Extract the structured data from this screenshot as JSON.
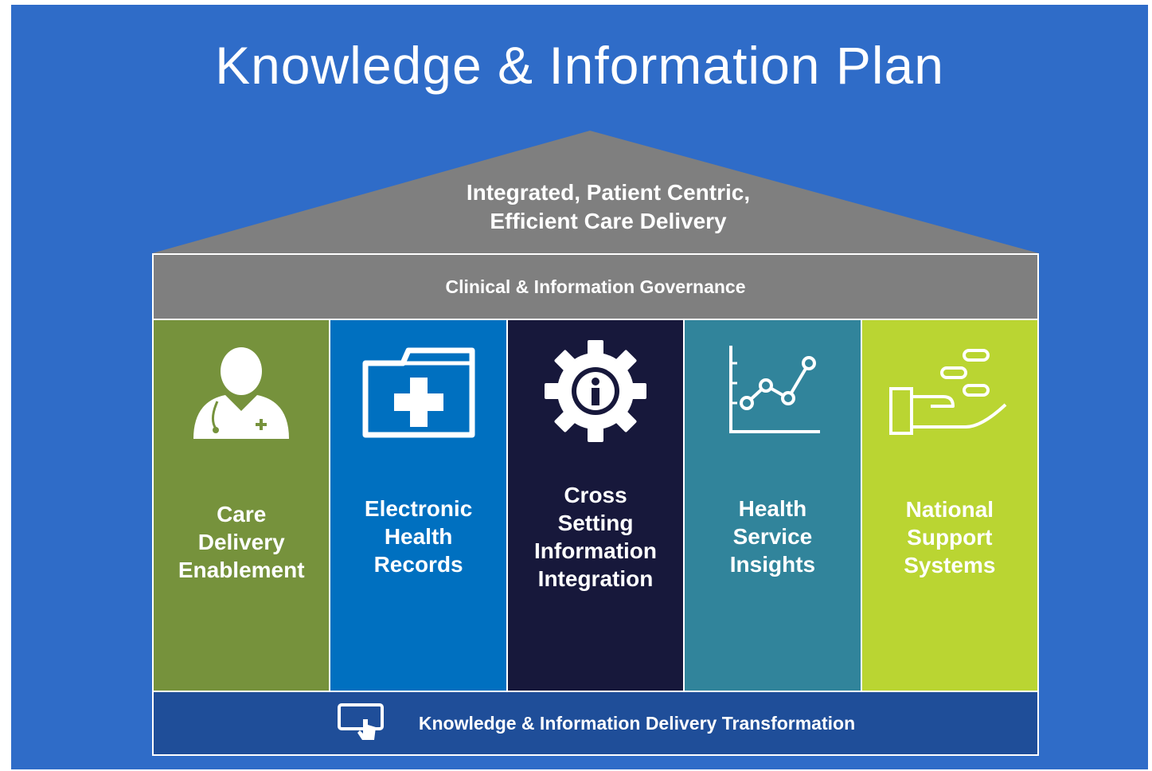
{
  "title": "Knowledge & Information Plan",
  "roof": {
    "line1": "Integrated, Patient Centric,",
    "line2": "Efficient Care Delivery"
  },
  "governance": "Clinical & Information Governance",
  "pillars": [
    {
      "lines": [
        "Care",
        "Delivery",
        "Enablement"
      ],
      "icon": "doctor-icon",
      "color": "#76923c"
    },
    {
      "lines": [
        "Electronic",
        "Health",
        "Records"
      ],
      "icon": "medical-folder-icon",
      "color": "#0070c0"
    },
    {
      "lines": [
        "Cross",
        "Setting",
        "Information",
        "Integration"
      ],
      "icon": "info-gear-icon",
      "color": "#17183b"
    },
    {
      "lines": [
        "Health",
        "Service",
        "Insights"
      ],
      "icon": "line-chart-icon",
      "color": "#31849b"
    },
    {
      "lines": [
        "National",
        "Support",
        "Systems"
      ],
      "icon": "hand-coins-icon",
      "color": "#bad532"
    }
  ],
  "foundation": {
    "text": "Knowledge & Information  Delivery Transformation",
    "icon": "touchscreen-icon"
  },
  "colors": {
    "background": "#2f6cc8",
    "roof": "#7f7f7f",
    "foundation": "#1f4e99"
  }
}
